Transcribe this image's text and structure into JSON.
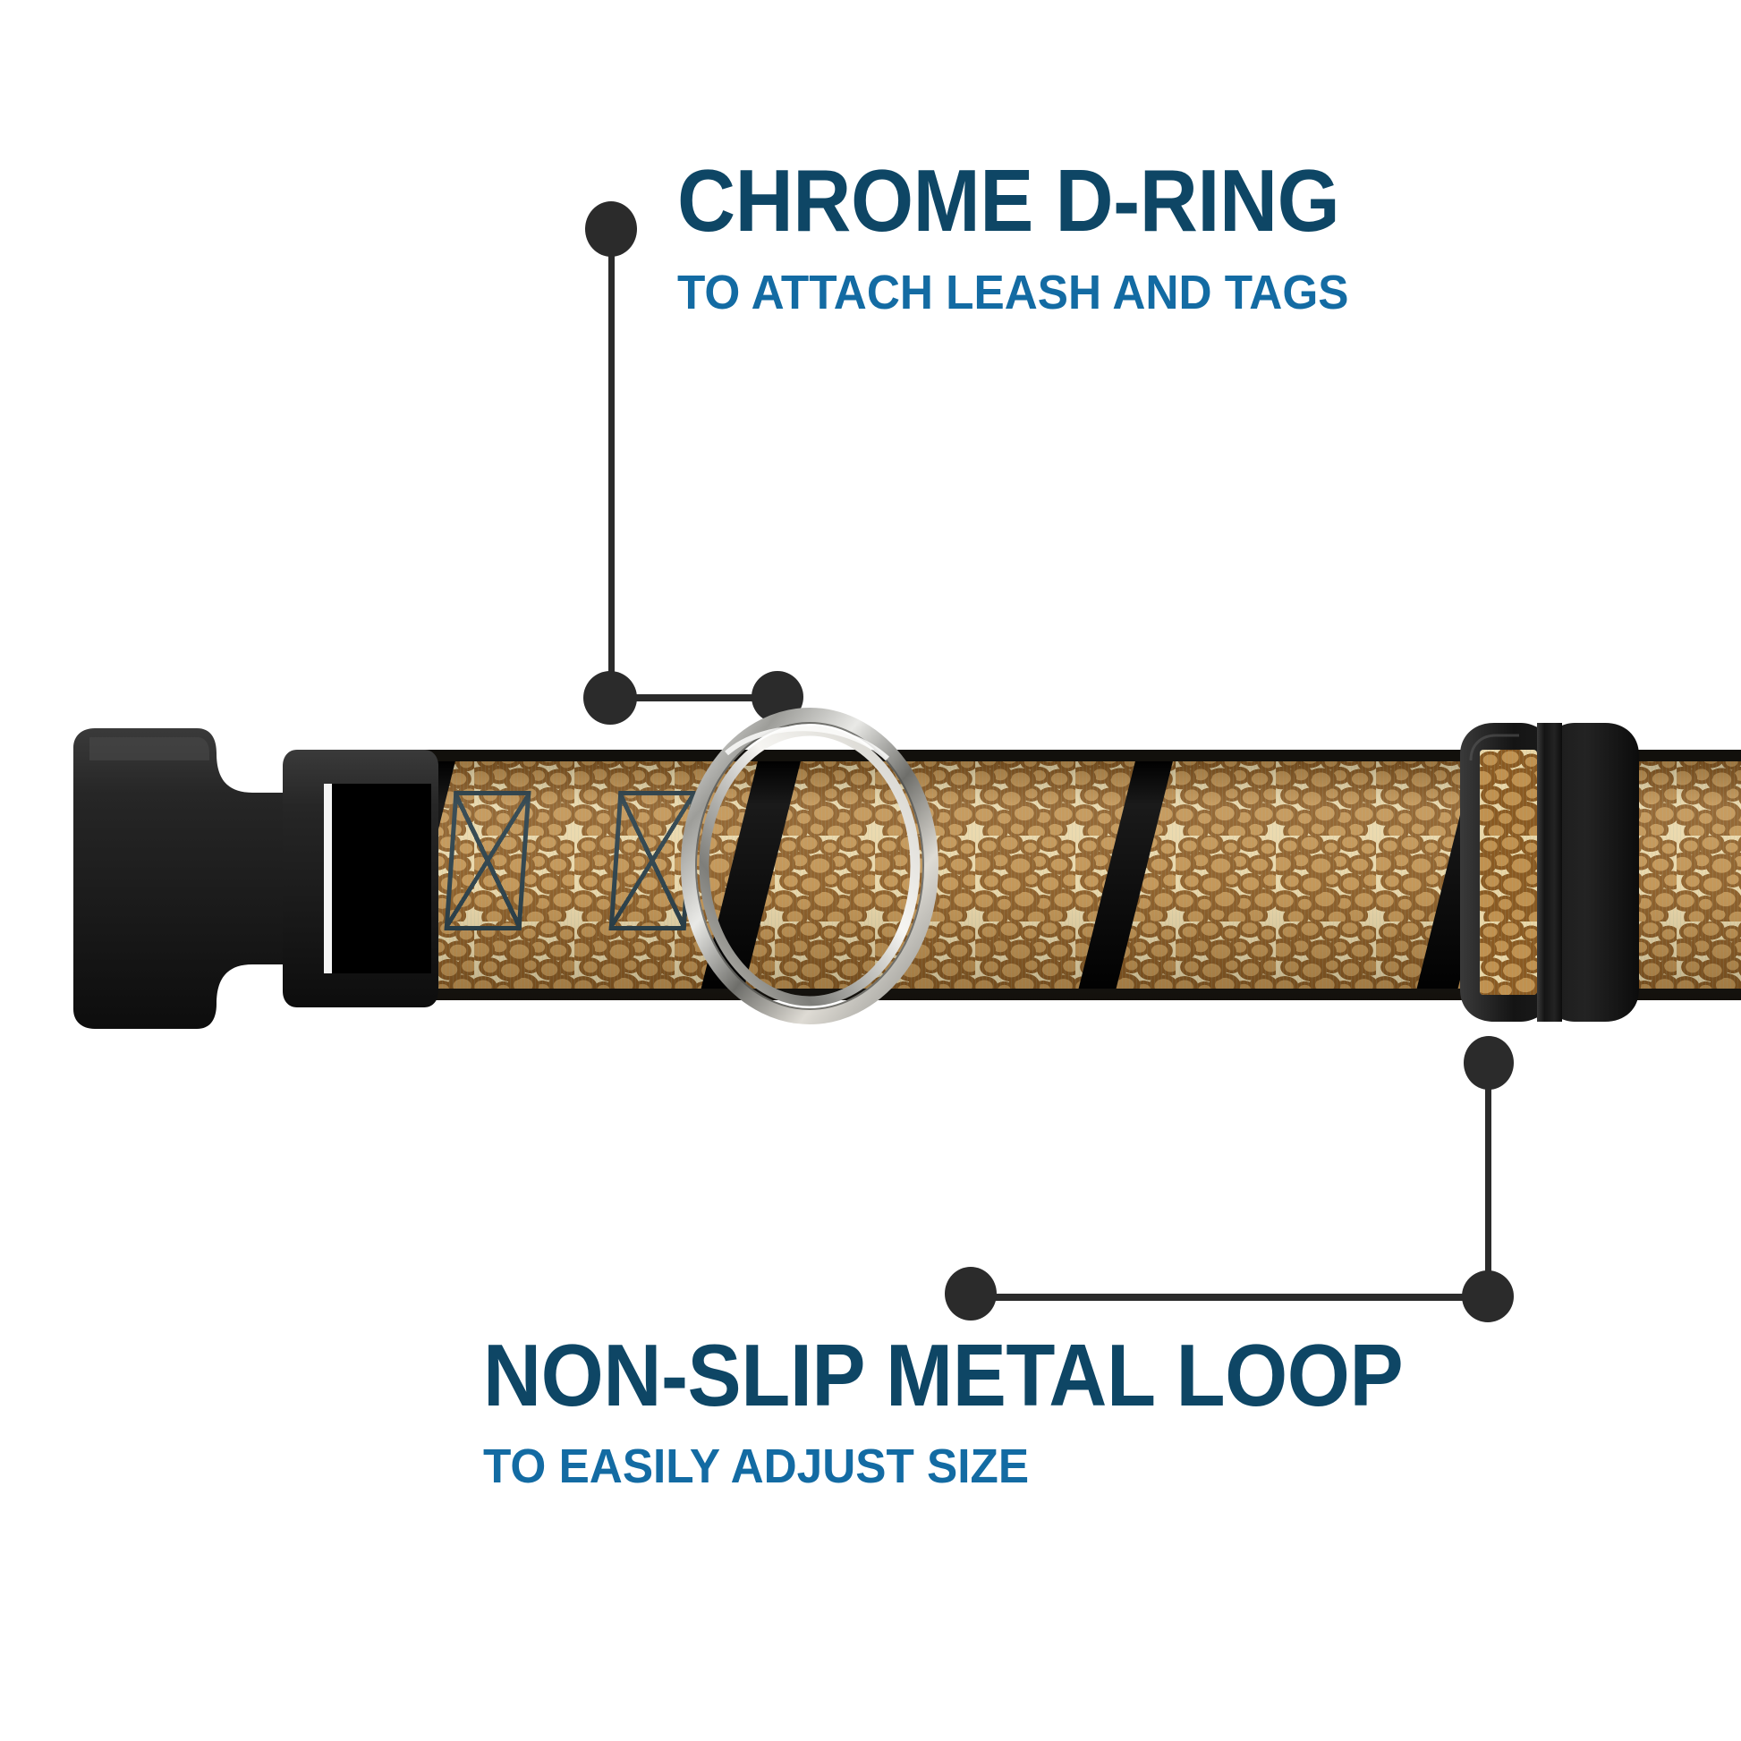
{
  "callouts": [
    {
      "id": "chrome-d-ring",
      "title": "CHROME D-RING",
      "subtitle": "TO ATTACH LEASH AND TAGS",
      "title_color": "#0e4665",
      "subtitle_color": "#136ba3"
    },
    {
      "id": "non-slip-metal-loop",
      "title": "NON-SLIP METAL LOOP",
      "subtitle": "TO EASILY ADJUST SIZE",
      "title_color": "#0e4665",
      "subtitle_color": "#136ba3"
    }
  ],
  "product": {
    "type": "dog-collar",
    "pattern": "leopard-print",
    "background_color": "#ffffff",
    "webbing_base_color": "#e9d6a7",
    "spot_center_color": "#c1914f",
    "spot_outline_color": "#8a5a22",
    "stripe_color": "#000000",
    "hardware_plastic_color": "#1a1a1a",
    "dring_metal_color": "#c9c9c9",
    "stitch_color": "#243a44",
    "leader_color": "#2b2b2b"
  },
  "parts": {
    "buckle": "side-release-buckle",
    "dring": "chrome-d-ring",
    "slider": "tri-glide-slider-loop",
    "strap": "leopard-print-webbing",
    "stitching": "box-x-stitch"
  }
}
